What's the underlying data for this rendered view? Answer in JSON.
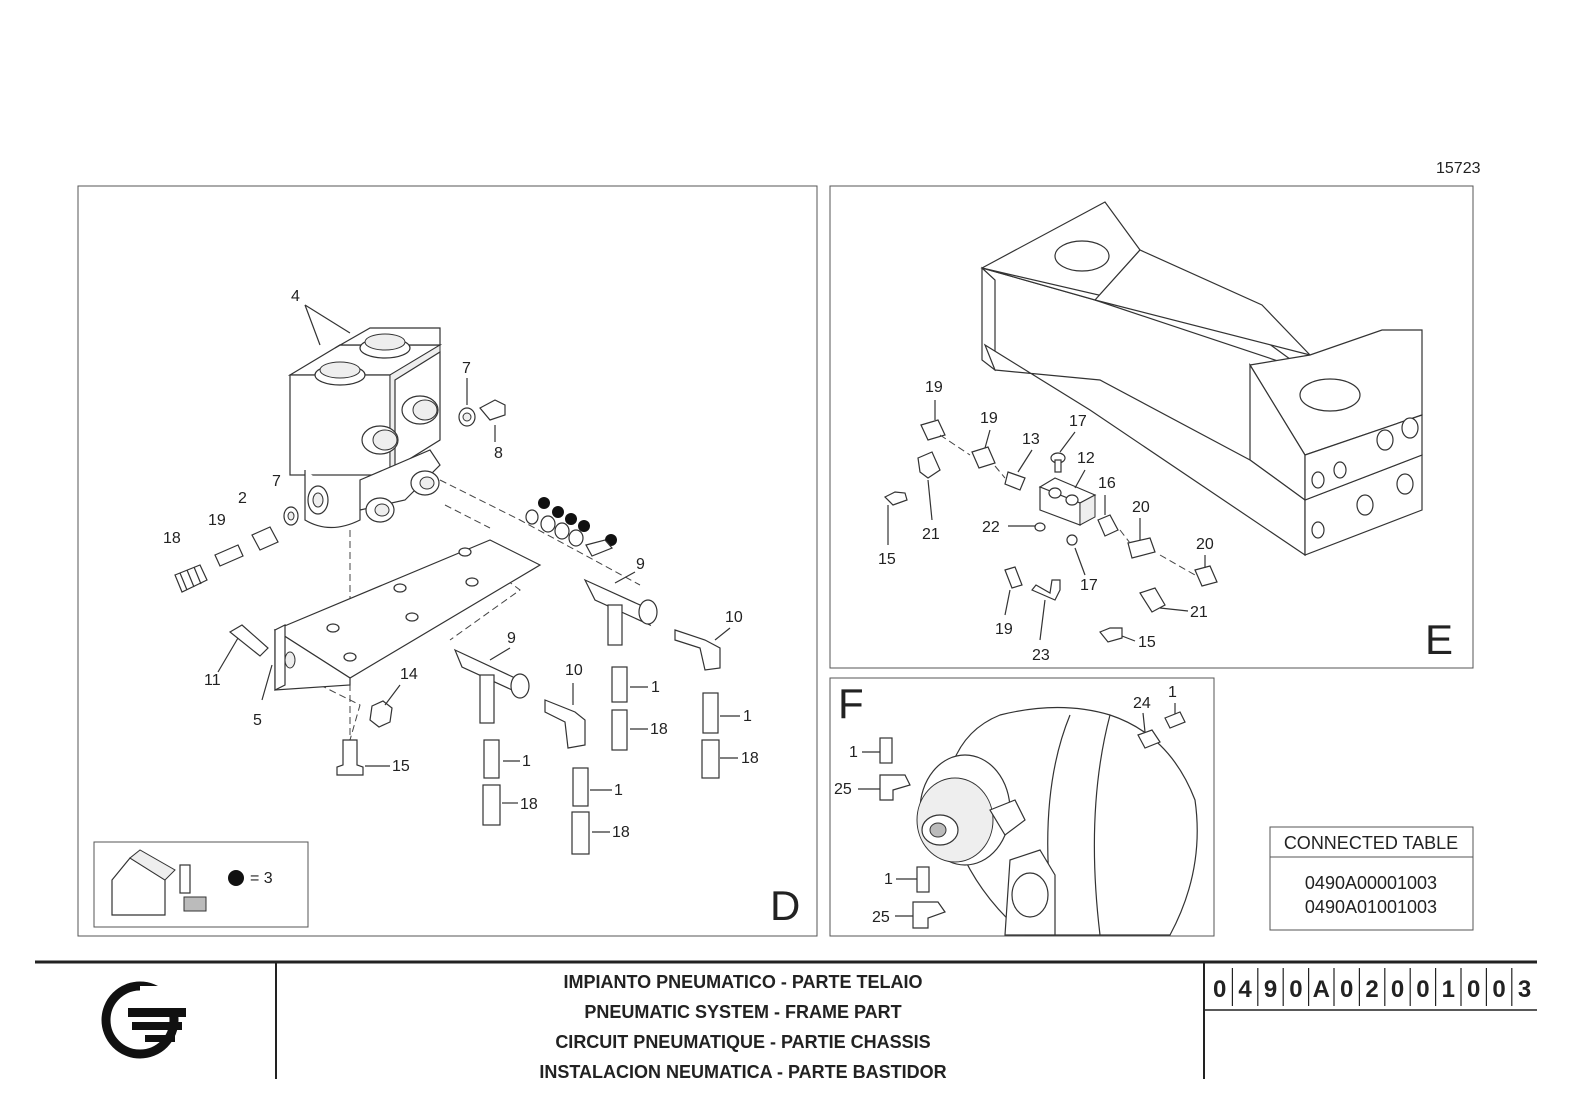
{
  "drawing_number": "15723",
  "panels": {
    "d": {
      "letter": "D",
      "legend_value": "= 3"
    },
    "e": {
      "letter": "E"
    },
    "f": {
      "letter": "F"
    }
  },
  "labels_d": [
    "4",
    "7",
    "8",
    "7",
    "2",
    "19",
    "18",
    "11",
    "5",
    "14",
    "15",
    "9",
    "9",
    "10",
    "10",
    "1",
    "18",
    "1",
    "18",
    "1",
    "18",
    "1",
    "18"
  ],
  "labels_e": [
    "19",
    "19",
    "13",
    "17",
    "12",
    "16",
    "21",
    "15",
    "22",
    "20",
    "20",
    "17",
    "19",
    "23",
    "21",
    "15"
  ],
  "labels_f": [
    "24",
    "1",
    "1",
    "25",
    "1",
    "25"
  ],
  "connected_table": {
    "header": "CONNECTED TABLE",
    "rows": [
      "0490A00001003",
      "0490A01001003"
    ]
  },
  "title_block": {
    "lines": [
      "IMPIANTO PNEUMATICO - PARTE TELAIO",
      "PNEUMATIC SYSTEM - FRAME PART",
      "CIRCUIT PNEUMATIQUE - PARTIE CHASSIS",
      "INSTALACION NEUMATICA - PARTE BASTIDOR"
    ],
    "code_chars": [
      "0",
      "4",
      "9",
      "0",
      "A",
      "0",
      "2",
      "0",
      "0",
      "1",
      "0",
      "0",
      "3"
    ]
  }
}
